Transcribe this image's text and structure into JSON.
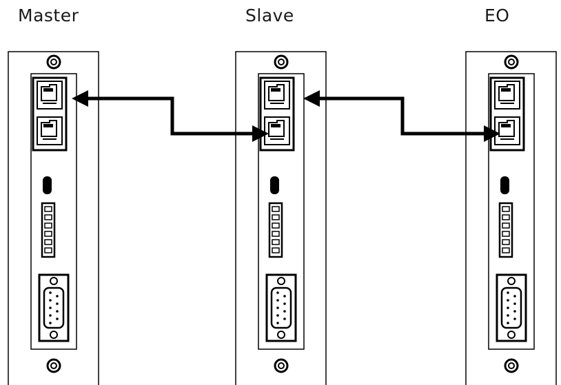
{
  "labels": {
    "master": "Master",
    "slave": "Slave",
    "eo": "EO"
  },
  "colors": {
    "line": "#000000",
    "background": "#ffffff",
    "text": "#1a1a1a"
  },
  "icons": {
    "port": "rj45-port-icon",
    "screw": "mounting-screw-icon",
    "sub_d": "sub-d-connector-icon",
    "terminal": "terminal-block-icon",
    "led": "status-led-icon"
  }
}
